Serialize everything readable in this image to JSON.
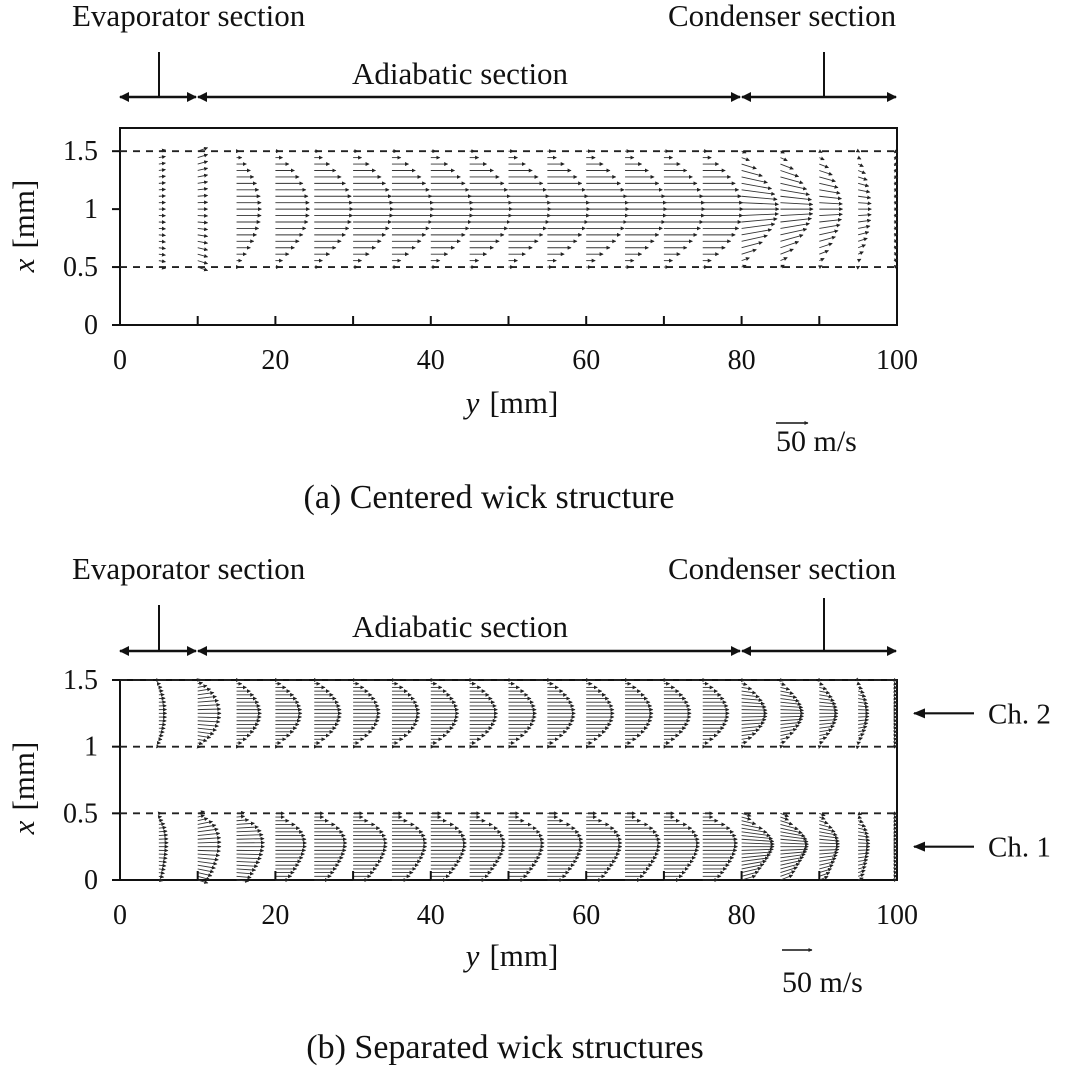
{
  "panels": [
    {
      "caption": "(a) Centered wick structure",
      "sections": {
        "evaporator": "Evaporator section",
        "adiabatic": "Adiabatic section",
        "condenser": "Condenser section"
      },
      "scale_label": "50 m/s",
      "chart_data": {
        "type": "scatter",
        "subtype": "velocity-vector-field",
        "xlabel": "y [mm]",
        "ylabel": "x [mm]",
        "x_axis_italic": "y",
        "x_axis_unit": "[mm]",
        "y_axis_italic": "x",
        "y_axis_unit": "[mm]",
        "xlim": [
          0,
          100
        ],
        "ylim": [
          0,
          1.7
        ],
        "xticks": [
          "0",
          "20",
          "40",
          "60",
          "80",
          "100"
        ],
        "yticks": [
          "0",
          "0.5",
          "1",
          "1.5"
        ],
        "xtick_values": [
          0,
          20,
          40,
          60,
          80,
          100
        ],
        "ytick_values": [
          0,
          0.5,
          1,
          1.5
        ],
        "minor_xticks": [
          10,
          30,
          50,
          70,
          90
        ],
        "channel_bounds": [
          [
            0.5,
            1.5
          ]
        ],
        "channels": [],
        "section_boundaries_y": [
          5,
          10,
          80,
          90
        ],
        "scale_vector_mps": 50,
        "profiles": [
          {
            "y": 5,
            "channel": 0,
            "max_u": 1.0,
            "v": 0.2,
            "shape": "flat"
          },
          {
            "y": 10,
            "channel": 0,
            "max_u": 1.5,
            "v": 0.35,
            "shape": "flat"
          },
          {
            "y": 15,
            "channel": 0,
            "max_u": 3.2,
            "v": 0.0,
            "shape": "parabolic"
          },
          {
            "y": 20,
            "channel": 0,
            "max_u": 4.4,
            "v": 0.0,
            "shape": "parabolic"
          },
          {
            "y": 25,
            "channel": 0,
            "max_u": 5.0,
            "v": 0.0,
            "shape": "parabolic"
          },
          {
            "y": 30,
            "channel": 0,
            "max_u": 5.2,
            "v": 0.0,
            "shape": "parabolic"
          },
          {
            "y": 35,
            "channel": 0,
            "max_u": 5.4,
            "v": 0.0,
            "shape": "parabolic"
          },
          {
            "y": 40,
            "channel": 0,
            "max_u": 5.5,
            "v": 0.0,
            "shape": "parabolic"
          },
          {
            "y": 45,
            "channel": 0,
            "max_u": 5.5,
            "v": 0.0,
            "shape": "parabolic"
          },
          {
            "y": 50,
            "channel": 0,
            "max_u": 5.5,
            "v": 0.0,
            "shape": "parabolic"
          },
          {
            "y": 55,
            "channel": 0,
            "max_u": 5.5,
            "v": 0.0,
            "shape": "parabolic"
          },
          {
            "y": 60,
            "channel": 0,
            "max_u": 5.5,
            "v": 0.0,
            "shape": "parabolic"
          },
          {
            "y": 65,
            "channel": 0,
            "max_u": 5.4,
            "v": 0.0,
            "shape": "parabolic"
          },
          {
            "y": 70,
            "channel": 0,
            "max_u": 5.3,
            "v": 0.0,
            "shape": "parabolic"
          },
          {
            "y": 75,
            "channel": 0,
            "max_u": 5.2,
            "v": 0.0,
            "shape": "parabolic"
          },
          {
            "y": 80,
            "channel": 0,
            "max_u": 4.8,
            "v": -0.4,
            "shape": "parabolic"
          },
          {
            "y": 85,
            "channel": 0,
            "max_u": 4.2,
            "v": -0.5,
            "shape": "parabolic"
          },
          {
            "y": 90,
            "channel": 0,
            "max_u": 3.0,
            "v": -0.5,
            "shape": "parabolic"
          },
          {
            "y": 95,
            "channel": 0,
            "max_u": 1.7,
            "v": -0.6,
            "shape": "parabolic"
          },
          {
            "y": 99.6,
            "channel": 0,
            "max_u": 0.6,
            "v": -0.3,
            "shape": "flat"
          }
        ]
      }
    },
    {
      "caption": "(b) Separated wick structures",
      "sections": {
        "evaporator": "Evaporator section",
        "adiabatic": "Adiabatic section",
        "condenser": "Condenser section"
      },
      "scale_label": "50 m/s",
      "chart_data": {
        "type": "scatter",
        "subtype": "velocity-vector-field",
        "xlabel": "y [mm]",
        "ylabel": "x [mm]",
        "x_axis_italic": "y",
        "x_axis_unit": "[mm]",
        "y_axis_italic": "x",
        "y_axis_unit": "[mm]",
        "xlim": [
          0,
          100
        ],
        "ylim": [
          0,
          1.5
        ],
        "xticks": [
          "0",
          "20",
          "40",
          "60",
          "80",
          "100"
        ],
        "yticks": [
          "0",
          "0.5",
          "1",
          "1.5"
        ],
        "xtick_values": [
          0,
          20,
          40,
          60,
          80,
          100
        ],
        "ytick_values": [
          0,
          0.5,
          1,
          1.5
        ],
        "minor_xticks": [
          10,
          30,
          50,
          70,
          90
        ],
        "channel_bounds": [
          [
            0,
            0.5
          ],
          [
            1.0,
            1.5
          ]
        ],
        "channels": [
          {
            "name": "Ch. 2",
            "x": 1.25
          },
          {
            "name": "Ch. 1",
            "x": 0.25
          }
        ],
        "section_boundaries_y": [
          5,
          10,
          80,
          90
        ],
        "scale_vector_mps": 50,
        "profiles": [
          {
            "y": 5,
            "channel": 1,
            "max_u": 1.0,
            "v": 0.1,
            "shape": "parabolic"
          },
          {
            "y": 10,
            "channel": 1,
            "max_u": 3.0,
            "v": 0.25,
            "shape": "parabolic"
          },
          {
            "y": 15,
            "channel": 1,
            "max_u": 3.2,
            "v": 0.0,
            "shape": "parabolic"
          },
          {
            "y": 20,
            "channel": 1,
            "max_u": 3.4,
            "v": 0.0,
            "shape": "parabolic"
          },
          {
            "y": 25,
            "channel": 1,
            "max_u": 3.5,
            "v": 0.0,
            "shape": "parabolic"
          },
          {
            "y": 30,
            "channel": 1,
            "max_u": 3.5,
            "v": 0.0,
            "shape": "parabolic"
          },
          {
            "y": 35,
            "channel": 1,
            "max_u": 3.6,
            "v": 0.0,
            "shape": "parabolic"
          },
          {
            "y": 40,
            "channel": 1,
            "max_u": 3.6,
            "v": 0.0,
            "shape": "parabolic"
          },
          {
            "y": 45,
            "channel": 1,
            "max_u": 3.6,
            "v": 0.0,
            "shape": "parabolic"
          },
          {
            "y": 50,
            "channel": 1,
            "max_u": 3.6,
            "v": 0.0,
            "shape": "parabolic"
          },
          {
            "y": 55,
            "channel": 1,
            "max_u": 3.6,
            "v": 0.0,
            "shape": "parabolic"
          },
          {
            "y": 60,
            "channel": 1,
            "max_u": 3.6,
            "v": 0.0,
            "shape": "parabolic"
          },
          {
            "y": 65,
            "channel": 1,
            "max_u": 3.6,
            "v": 0.0,
            "shape": "parabolic"
          },
          {
            "y": 70,
            "channel": 1,
            "max_u": 3.5,
            "v": 0.0,
            "shape": "parabolic"
          },
          {
            "y": 75,
            "channel": 1,
            "max_u": 3.4,
            "v": 0.0,
            "shape": "parabolic"
          },
          {
            "y": 80,
            "channel": 1,
            "max_u": 3.3,
            "v": -0.2,
            "shape": "parabolic"
          },
          {
            "y": 85,
            "channel": 1,
            "max_u": 3.0,
            "v": -0.3,
            "shape": "parabolic"
          },
          {
            "y": 90,
            "channel": 1,
            "max_u": 2.4,
            "v": -0.3,
            "shape": "parabolic"
          },
          {
            "y": 95,
            "channel": 1,
            "max_u": 1.4,
            "v": -0.4,
            "shape": "parabolic"
          },
          {
            "y": 99.6,
            "channel": 1,
            "max_u": 0.5,
            "v": -0.2,
            "shape": "flat"
          },
          {
            "y": 5,
            "channel": 0,
            "max_u": 1.2,
            "v": 0.2,
            "shape": "wall"
          },
          {
            "y": 10,
            "channel": 0,
            "max_u": 3.0,
            "v": 0.3,
            "shape": "wall"
          },
          {
            "y": 15,
            "channel": 0,
            "max_u": 3.6,
            "v": 0.1,
            "shape": "wall"
          },
          {
            "y": 20,
            "channel": 0,
            "max_u": 4.0,
            "v": 0.0,
            "shape": "wall"
          },
          {
            "y": 25,
            "channel": 0,
            "max_u": 4.2,
            "v": 0.0,
            "shape": "wall"
          },
          {
            "y": 30,
            "channel": 0,
            "max_u": 4.4,
            "v": 0.0,
            "shape": "wall"
          },
          {
            "y": 35,
            "channel": 0,
            "max_u": 4.5,
            "v": 0.0,
            "shape": "wall"
          },
          {
            "y": 40,
            "channel": 0,
            "max_u": 4.6,
            "v": 0.0,
            "shape": "wall"
          },
          {
            "y": 45,
            "channel": 0,
            "max_u": 4.6,
            "v": 0.0,
            "shape": "wall"
          },
          {
            "y": 50,
            "channel": 0,
            "max_u": 4.6,
            "v": 0.0,
            "shape": "wall"
          },
          {
            "y": 55,
            "channel": 0,
            "max_u": 4.6,
            "v": 0.0,
            "shape": "wall"
          },
          {
            "y": 60,
            "channel": 0,
            "max_u": 4.6,
            "v": 0.0,
            "shape": "wall"
          },
          {
            "y": 65,
            "channel": 0,
            "max_u": 4.6,
            "v": 0.0,
            "shape": "wall"
          },
          {
            "y": 70,
            "channel": 0,
            "max_u": 4.6,
            "v": 0.0,
            "shape": "wall"
          },
          {
            "y": 75,
            "channel": 0,
            "max_u": 4.5,
            "v": 0.0,
            "shape": "wall"
          },
          {
            "y": 80,
            "channel": 0,
            "max_u": 4.2,
            "v": -0.3,
            "shape": "wall"
          },
          {
            "y": 85,
            "channel": 0,
            "max_u": 3.6,
            "v": -0.4,
            "shape": "wall"
          },
          {
            "y": 90,
            "channel": 0,
            "max_u": 2.6,
            "v": -0.4,
            "shape": "wall"
          },
          {
            "y": 95,
            "channel": 0,
            "max_u": 1.5,
            "v": -0.4,
            "shape": "wall"
          },
          {
            "y": 99.6,
            "channel": 0,
            "max_u": 0.5,
            "v": -0.2,
            "shape": "flat"
          }
        ]
      }
    }
  ]
}
